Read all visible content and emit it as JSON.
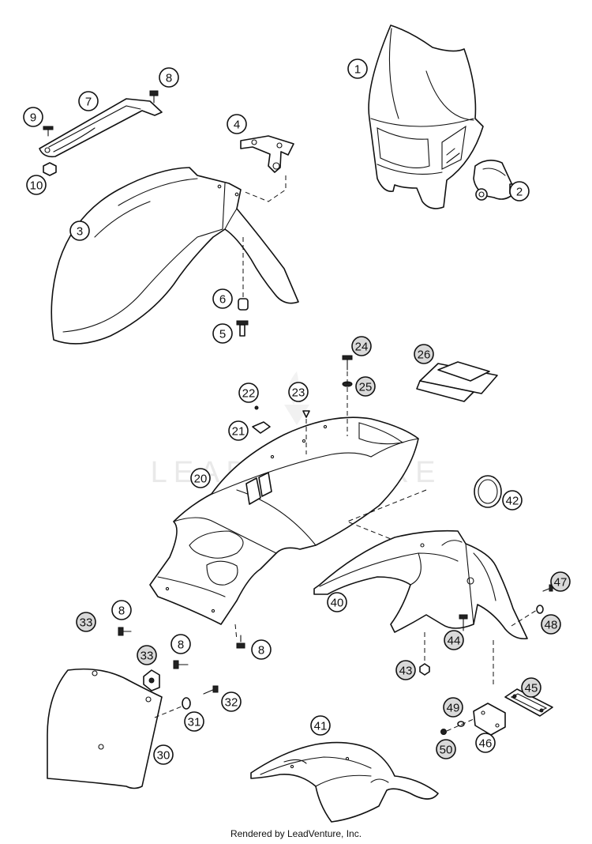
{
  "watermark": "LEADVENTURE",
  "footer": "Rendered by LeadVenture, Inc.",
  "callouts": [
    {
      "label": "1",
      "style": "plain"
    },
    {
      "label": "2",
      "style": "plain"
    },
    {
      "label": "3",
      "style": "plain"
    },
    {
      "label": "4",
      "style": "plain"
    },
    {
      "label": "5",
      "style": "plain"
    },
    {
      "label": "6",
      "style": "plain"
    },
    {
      "label": "7",
      "style": "plain"
    },
    {
      "label": "8",
      "style": "plain"
    },
    {
      "label": "9",
      "style": "plain"
    },
    {
      "label": "10",
      "style": "plain"
    },
    {
      "label": "20",
      "style": "plain"
    },
    {
      "label": "21",
      "style": "plain"
    },
    {
      "label": "22",
      "style": "plain"
    },
    {
      "label": "23",
      "style": "plain"
    },
    {
      "label": "24",
      "style": "filled"
    },
    {
      "label": "25",
      "style": "filled"
    },
    {
      "label": "26",
      "style": "filled"
    },
    {
      "label": "30",
      "style": "plain"
    },
    {
      "label": "31",
      "style": "plain"
    },
    {
      "label": "32",
      "style": "plain"
    },
    {
      "label": "33",
      "style": "filled"
    },
    {
      "label": "33",
      "style": "filled"
    },
    {
      "label": "40",
      "style": "plain"
    },
    {
      "label": "41",
      "style": "plain"
    },
    {
      "label": "42",
      "style": "plain"
    },
    {
      "label": "43",
      "style": "filled"
    },
    {
      "label": "44",
      "style": "filled"
    },
    {
      "label": "45",
      "style": "filled"
    },
    {
      "label": "46",
      "style": "plain"
    },
    {
      "label": "47",
      "style": "filled"
    },
    {
      "label": "48",
      "style": "filled"
    },
    {
      "label": "49",
      "style": "filled"
    },
    {
      "label": "50",
      "style": "filled"
    },
    {
      "label": "8",
      "style": "plain"
    },
    {
      "label": "8",
      "style": "plain"
    },
    {
      "label": "8",
      "style": "plain"
    }
  ]
}
